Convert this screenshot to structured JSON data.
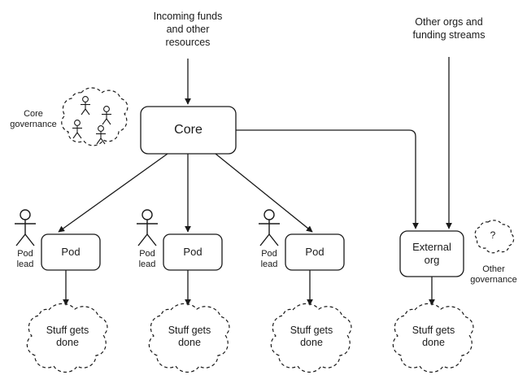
{
  "diagram": {
    "type": "org-flow-diagram",
    "background": "#ffffff",
    "stroke": "#1a1a1a",
    "labels": {
      "incoming_funds": "Incoming funds\nand other\nresources",
      "other_orgs": "Other orgs and\nfunding streams",
      "core_governance": "Core\ngovernance",
      "other_governance": "Other\ngovernance",
      "question_mark": "?"
    },
    "nodes": {
      "core": {
        "label": "Core"
      },
      "external_org": {
        "label": "External\norg"
      },
      "pods": [
        {
          "label": "Pod",
          "lead_label": "Pod\nlead"
        },
        {
          "label": "Pod",
          "lead_label": "Pod\nlead"
        },
        {
          "label": "Pod",
          "lead_label": "Pod\nlead"
        }
      ],
      "outcomes": [
        {
          "label": "Stuff gets\ndone"
        },
        {
          "label": "Stuff gets\ndone"
        },
        {
          "label": "Stuff gets\ndone"
        },
        {
          "label": "Stuff gets\ndone"
        }
      ]
    },
    "governance": {
      "core_cloud_people_count": 4,
      "other_cloud_symbol": "?"
    },
    "edges": [
      {
        "from": "incoming-funds",
        "to": "core",
        "style": "straight-arrow"
      },
      {
        "from": "core",
        "to": "pod-1",
        "style": "diagonal-arrow"
      },
      {
        "from": "core",
        "to": "pod-2",
        "style": "straight-arrow"
      },
      {
        "from": "core",
        "to": "pod-3",
        "style": "diagonal-arrow"
      },
      {
        "from": "core",
        "to": "external-org",
        "style": "elbow-arrow"
      },
      {
        "from": "other-orgs",
        "to": "external-org",
        "style": "straight-arrow"
      },
      {
        "from": "pod-1",
        "to": "outcome-1",
        "style": "straight-arrow"
      },
      {
        "from": "pod-2",
        "to": "outcome-2",
        "style": "straight-arrow"
      },
      {
        "from": "pod-3",
        "to": "outcome-3",
        "style": "straight-arrow"
      },
      {
        "from": "external-org",
        "to": "outcome-4",
        "style": "straight-arrow"
      }
    ]
  }
}
